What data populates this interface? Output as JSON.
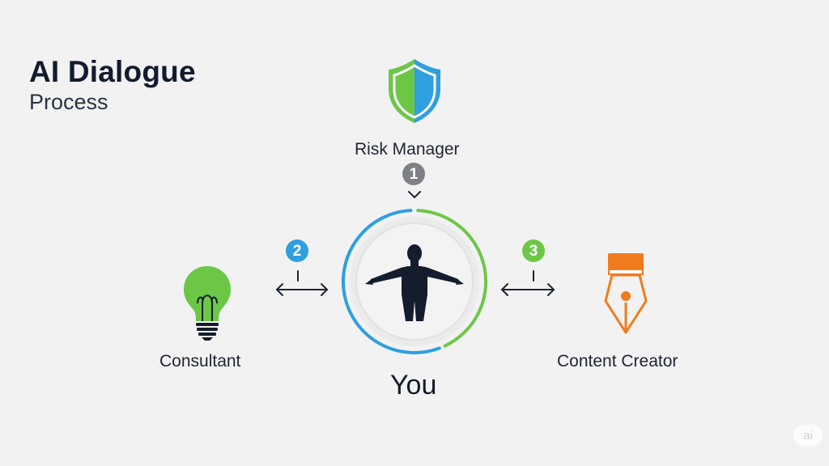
{
  "title": "AI Dialogue",
  "subtitle": "Process",
  "center": {
    "label": "You",
    "icon": "person-icon"
  },
  "nodes": [
    {
      "label": "Risk Manager",
      "step": "1",
      "icon": "shield-icon",
      "color": "#7e8086"
    },
    {
      "label": "Consultant",
      "step": "2",
      "icon": "lightbulb-icon",
      "color": "#2f9fdf"
    },
    {
      "label": "Content Creator",
      "step": "3",
      "icon": "fountain-pen-icon",
      "color": "#6cc747"
    }
  ],
  "colors": {
    "blue": "#2f9fdf",
    "green": "#6cc747",
    "orange": "#f07b1d",
    "navy": "#141c2d",
    "gray": "#7e8086"
  },
  "watermark": "ai"
}
